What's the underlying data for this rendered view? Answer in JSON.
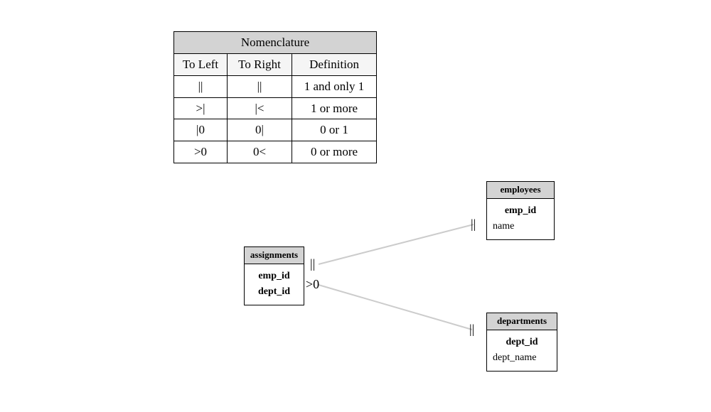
{
  "diagram": {
    "title": "Nomenclature",
    "background_color": "#ffffff",
    "header_fill": "#d3d3d3",
    "subheader_fill": "#f5f5f5",
    "line_color": "#cccccc",
    "border_color": "#000000"
  },
  "nomenclature": {
    "title": "Nomenclature",
    "columns": [
      "To Left",
      "To Right",
      "Definition"
    ],
    "rows": [
      {
        "to_left": "||",
        "to_right": "||",
        "definition": "1 and only 1"
      },
      {
        "to_left": ">|",
        "to_right": "|<",
        "definition": "1 or more"
      },
      {
        "to_left": "|0",
        "to_right": "0|",
        "definition": "0 or 1"
      },
      {
        "to_left": ">0",
        "to_right": "0<",
        "definition": "0 or more"
      }
    ]
  },
  "entities": [
    {
      "id": "assignments",
      "name": "assignments",
      "fields": [
        {
          "label": "emp_id",
          "key": true
        },
        {
          "label": "dept_id",
          "key": true
        }
      ]
    },
    {
      "id": "employees",
      "name": "employees",
      "fields": [
        {
          "label": "emp_id",
          "key": true
        },
        {
          "label": "name",
          "key": false
        }
      ]
    },
    {
      "id": "departments",
      "name": "departments",
      "fields": [
        {
          "label": "dept_id",
          "key": true
        },
        {
          "label": "dept_name",
          "key": false
        }
      ]
    }
  ],
  "relationships": [
    {
      "id": "assignments-employees",
      "from": "assignments",
      "to": "employees",
      "from_marker": "||",
      "to_marker": "||"
    },
    {
      "id": "assignments-departments",
      "from": "assignments",
      "to": "departments",
      "from_marker": ">0",
      "to_marker": "||"
    }
  ]
}
